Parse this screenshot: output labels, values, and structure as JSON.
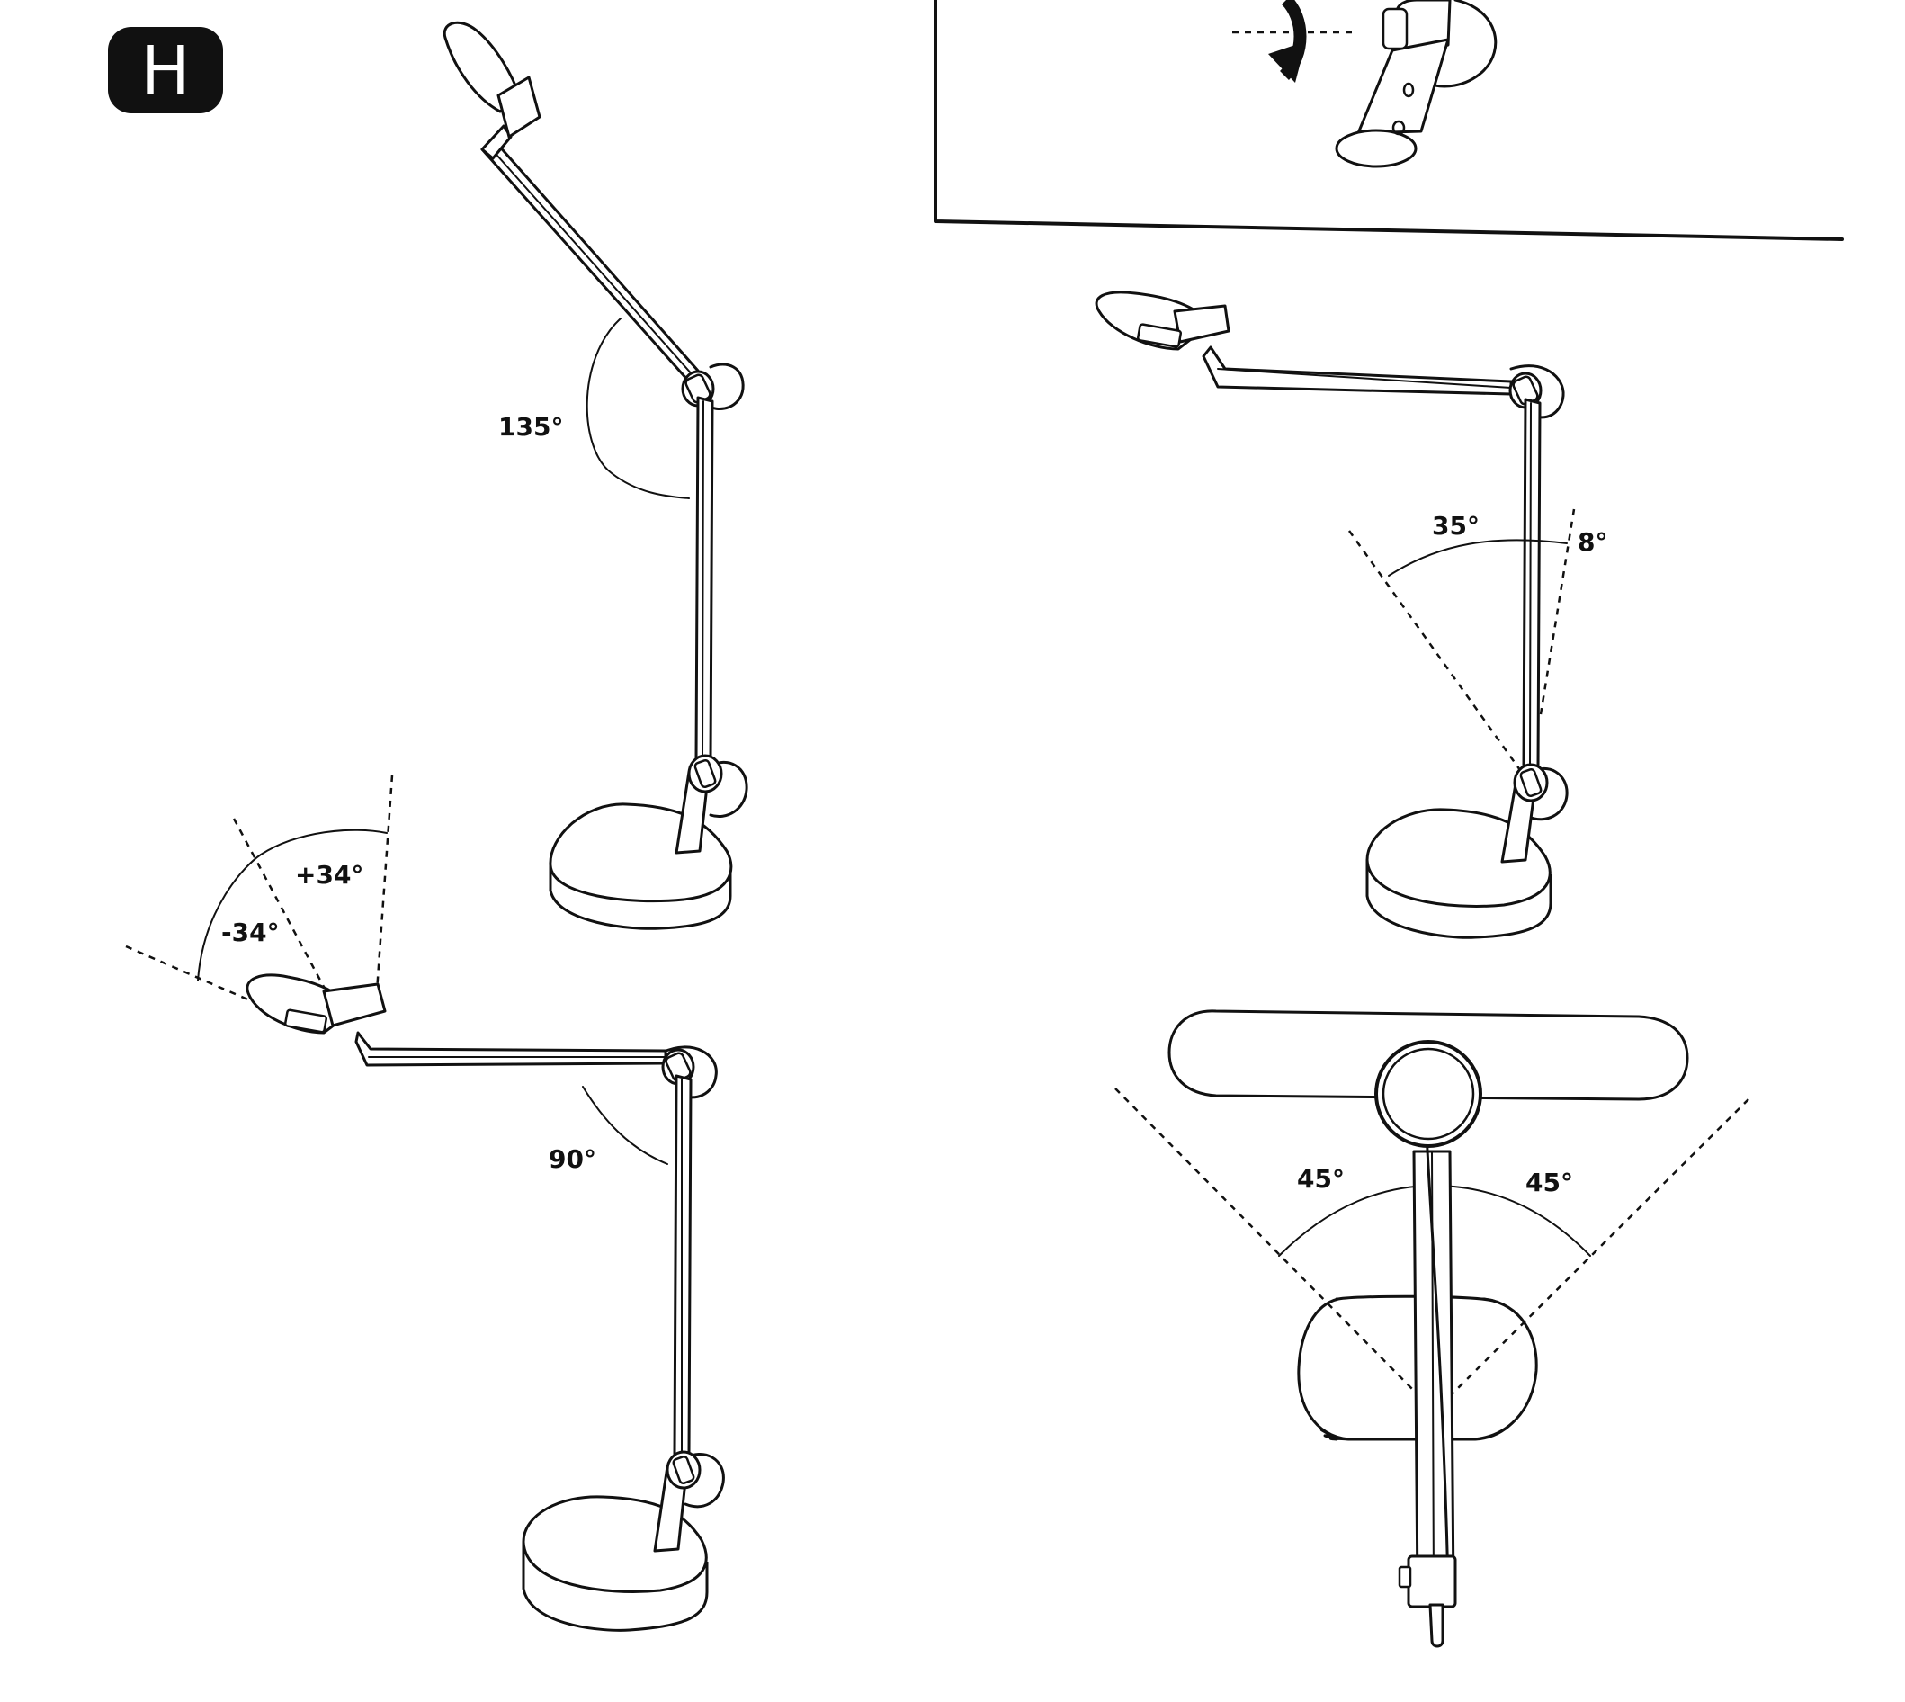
{
  "step_badge": "H",
  "angles": {
    "top_left": "135°",
    "top_right_a": "35°",
    "top_right_b": "8°",
    "bottom_left_plus": "+34°",
    "bottom_left_minus": "-34°",
    "bottom_left_elbow": "90°",
    "bottom_right_left": "45°",
    "bottom_right_right": "45°"
  },
  "colors": {
    "ink": "#111111",
    "paper": "#ffffff"
  }
}
